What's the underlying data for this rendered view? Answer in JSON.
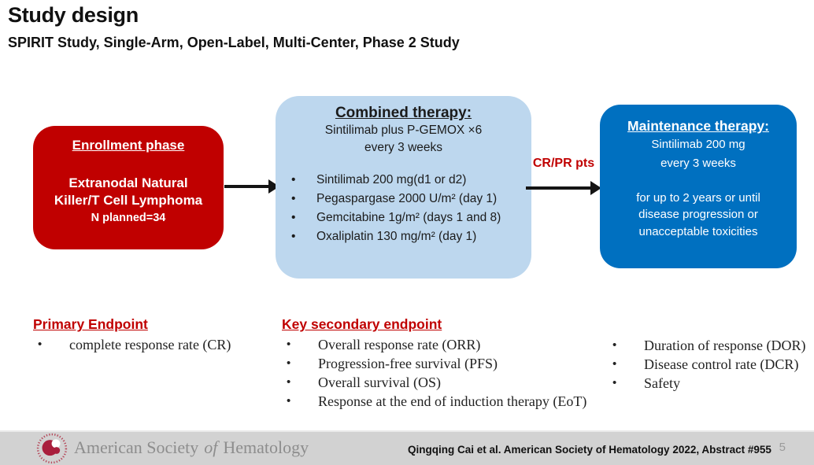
{
  "slide": {
    "title": "Study design",
    "subtitle": "SPIRIT Study, Single-Arm, Open-Label, Multi-Center, Phase 2 Study"
  },
  "colors": {
    "accent_red": "#c00000",
    "light_blue_box": "#bdd7ee",
    "dark_blue_box": "#0070c0",
    "footer_gray": "#d2d2d2"
  },
  "flow": {
    "enrollment": {
      "heading": "Enrollment phase",
      "body": "Extranodal Natural Killer/T Cell Lymphoma",
      "n_planned": "N planned=34"
    },
    "combined": {
      "heading": "Combined therapy:",
      "subline1": "Sintilimab plus P-GEMOX ×6",
      "subline2": "every 3 weeks",
      "items": [
        "Sintilimab 200 mg(d1 or d2)",
        "Pegaspargase 2000 U/m² (day 1)",
        "Gemcitabine 1g/m² (days 1 and 8)",
        "Oxaliplatin 130 mg/m² (day 1)"
      ]
    },
    "arrow_label": "CR/PR pts",
    "maintenance": {
      "heading": "Maintenance therapy:",
      "subline1": "Sintilimab 200 mg",
      "subline2": "every 3 weeks",
      "body": "for up to 2 years or until disease progression or unacceptable toxicities"
    }
  },
  "endpoints": {
    "primary": {
      "heading": "Primary Endpoint",
      "items": [
        "complete response rate (CR)"
      ]
    },
    "secondary": {
      "heading": "Key secondary endpoint",
      "items": [
        "Overall response rate (ORR)",
        "Progression-free survival (PFS)",
        "Overall survival (OS)",
        "Response at the end of induction therapy (EoT)"
      ]
    },
    "tertiary": {
      "items": [
        "Duration of response (DOR)",
        "Disease control rate (DCR)",
        "Safety"
      ]
    }
  },
  "footer": {
    "brand_part1": "American Society",
    "brand_of": "of",
    "brand_part2": "Hematology",
    "citation": "Qingqing Cai et al. American Society of Hematology 2022, Abstract #955",
    "page_number": "5"
  }
}
